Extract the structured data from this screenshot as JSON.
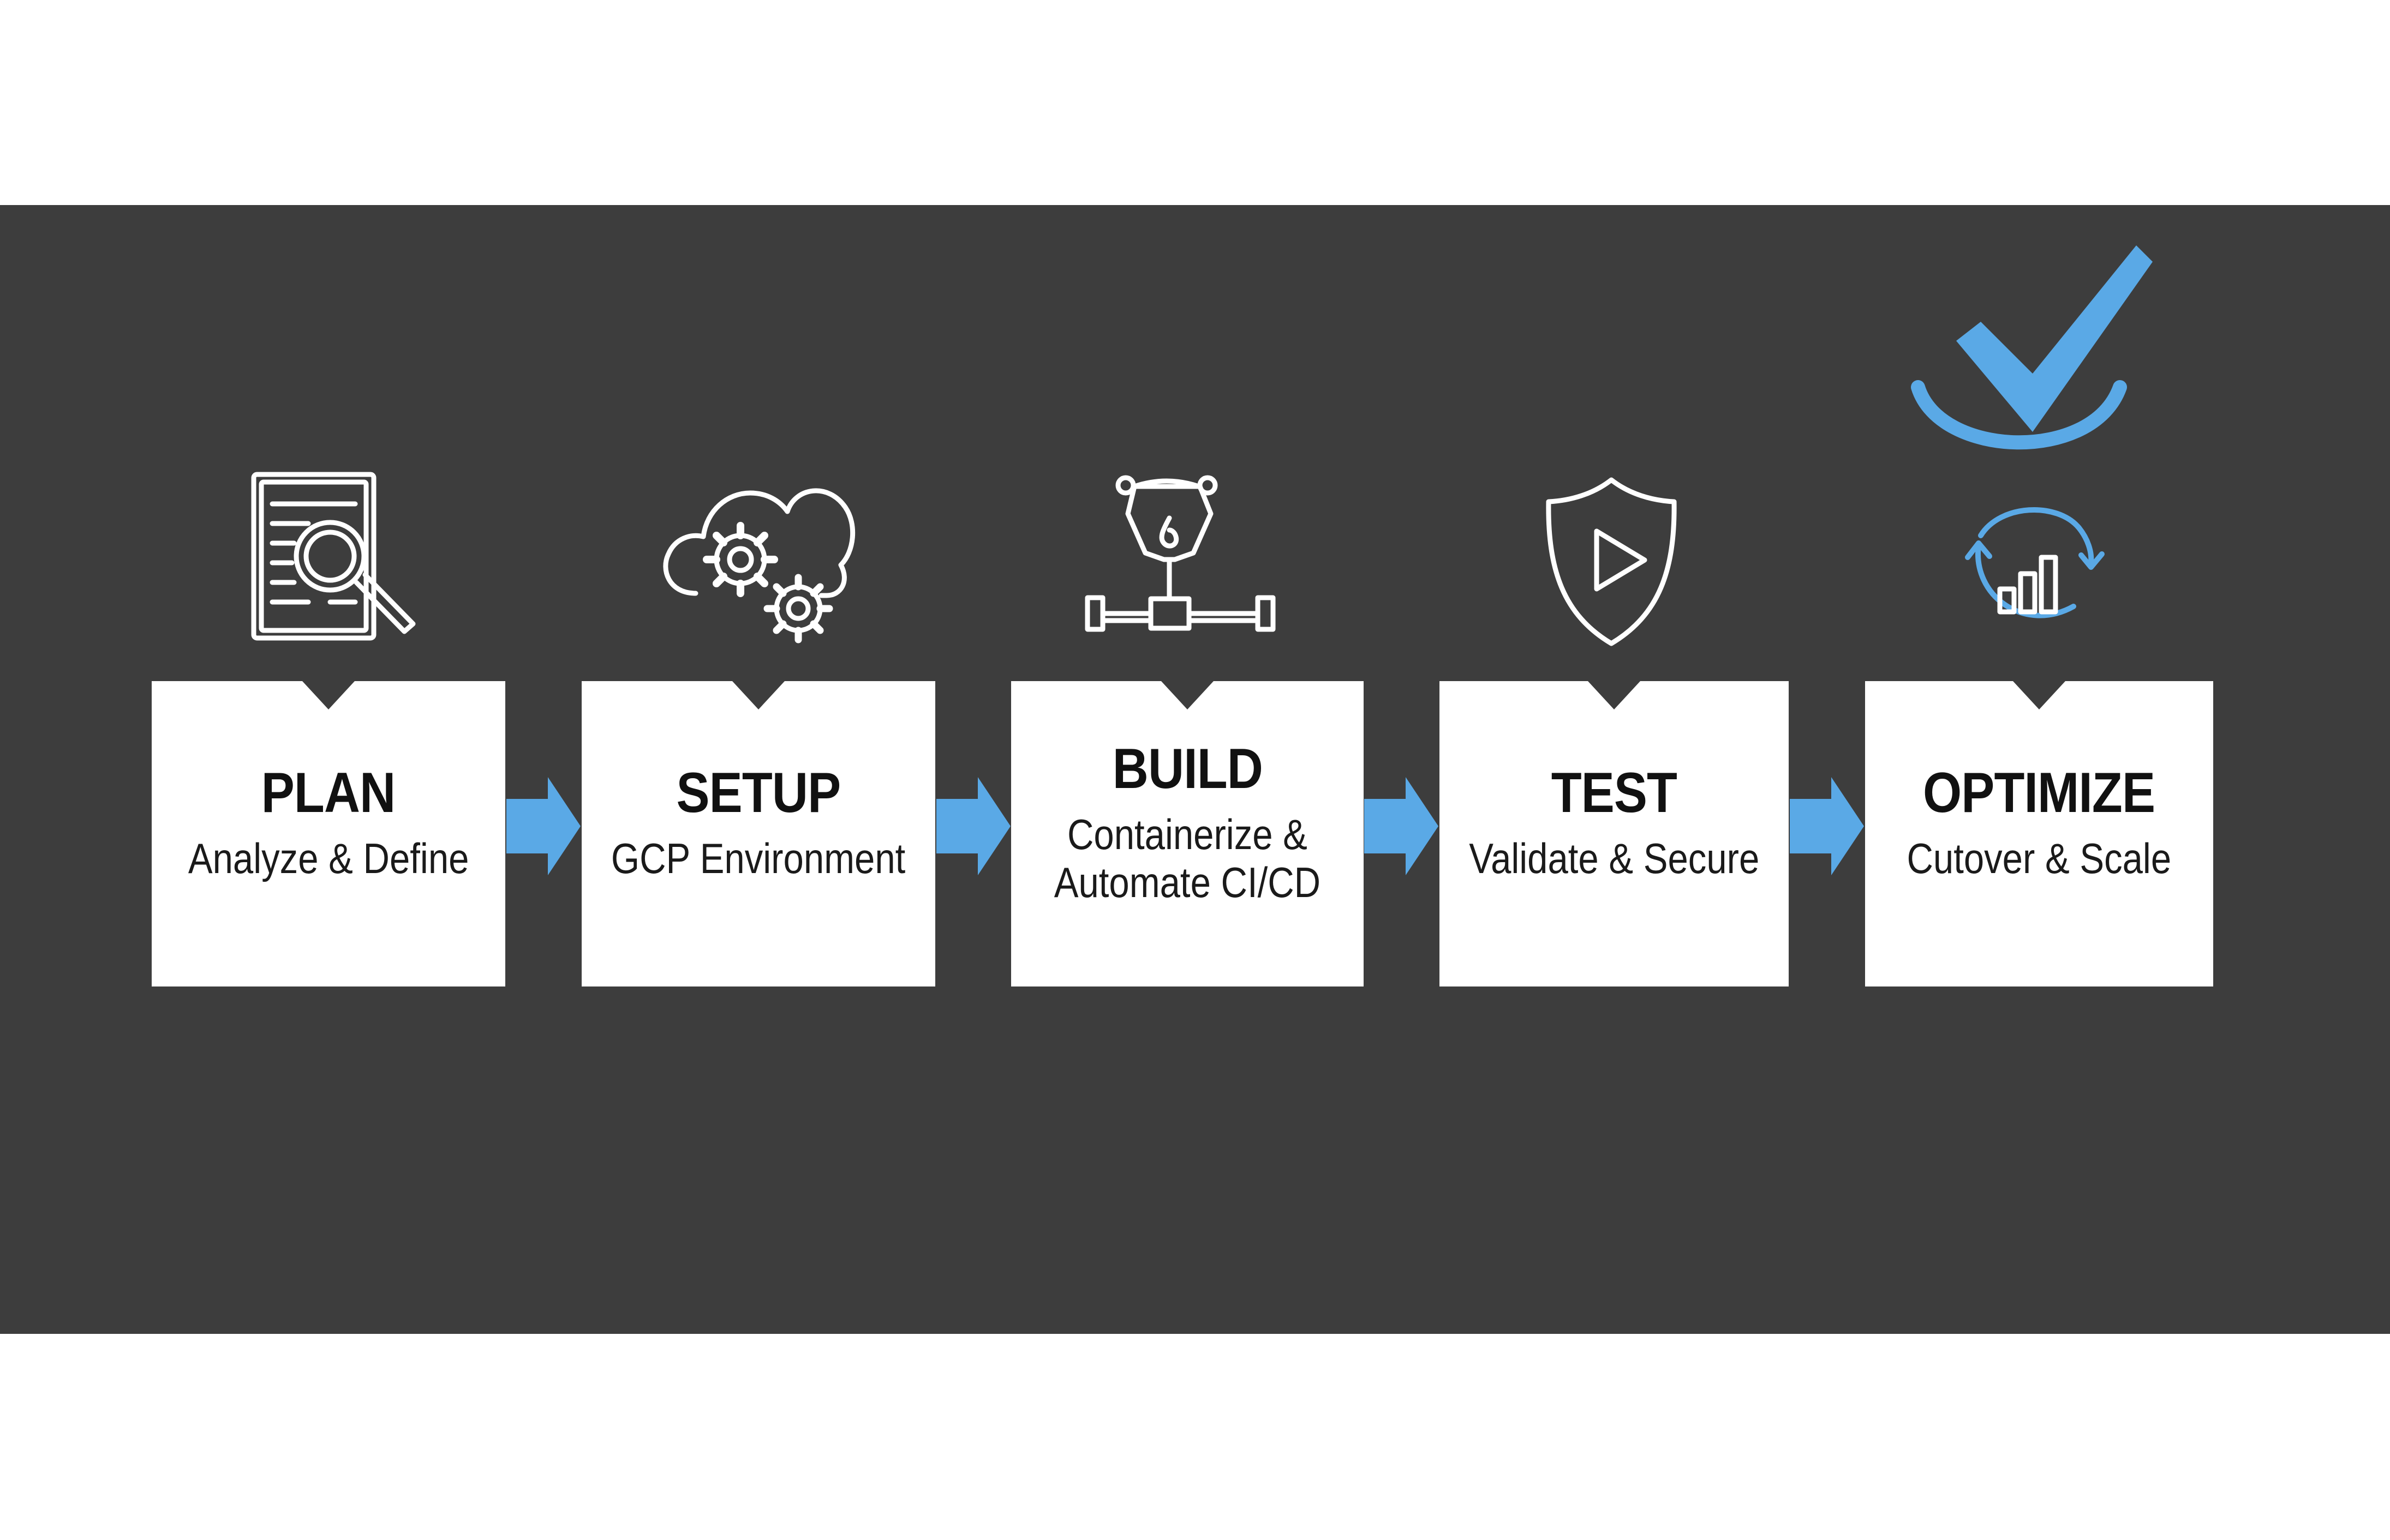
{
  "colors": {
    "panel_background": "#3d3d3d",
    "box_background": "#ffffff",
    "accent": "#5aa9e6",
    "icon_stroke": "#ffffff",
    "text": "#111111"
  },
  "steps": [
    {
      "title": "PLAN",
      "subtitle": "Analyze & Define",
      "icon": "document-search-icon"
    },
    {
      "title": "SETUP",
      "subtitle": "GCP Environment",
      "icon": "cloud-gears-icon"
    },
    {
      "title": "BUILD",
      "subtitle": "Containerize &\nAutomate CI/CD",
      "icon": "container-pipeline-icon"
    },
    {
      "title": "TEST",
      "subtitle": "Validate & Secure",
      "icon": "shield-play-icon"
    },
    {
      "title": "OPTIMIZE",
      "subtitle": "Cutover & Scale",
      "icon": "chart-cycle-icon"
    }
  ],
  "connectors": [
    "arrow-right-icon",
    "arrow-right-icon",
    "arrow-right-icon",
    "arrow-right-icon"
  ],
  "highlight": {
    "icon": "checkmark-icon"
  }
}
